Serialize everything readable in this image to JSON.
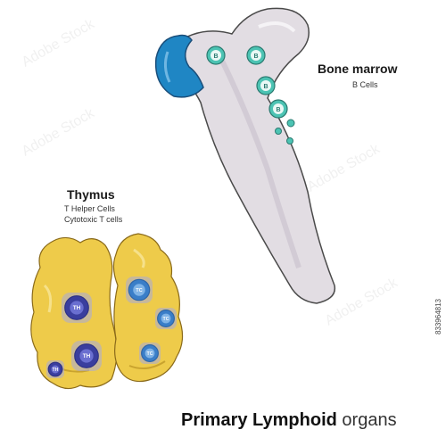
{
  "bone_marrow": {
    "title": "Bone marrow",
    "subtitle": "B Cells",
    "cell_label": "B"
  },
  "thymus": {
    "title": "Thymus",
    "line1": "T Helper Cells",
    "line2": "Cytotoxic T cells",
    "helper_label": "TH",
    "cytotoxic_label": "TC"
  },
  "footer": {
    "title_bold": "Primary Lymphoid",
    "title_light": "organs"
  },
  "stock_id": "833964813",
  "watermark": "Adobe Stock",
  "colors": {
    "bone": "#e2dde3",
    "bone_outline": "#4a4a4a",
    "cartilage": "#1f86c4",
    "b_cell": "#4cc3b3",
    "thymus_yellow": "#eecb4a",
    "t_helper": "#3a3e9e",
    "t_cytotoxic": "#3a7ec8"
  }
}
